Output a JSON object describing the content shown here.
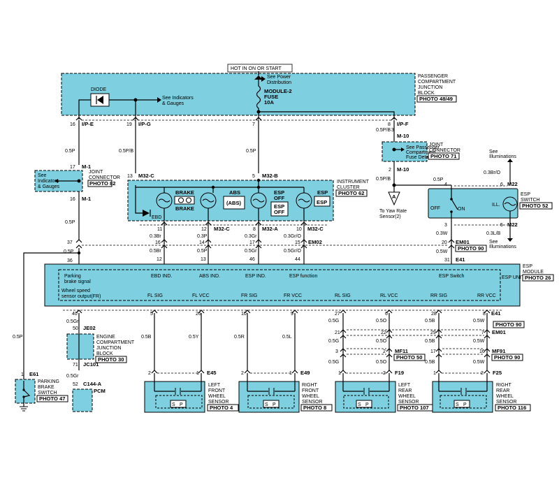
{
  "hot": "HOT IN ON OR START",
  "pcjb": {
    "title": [
      "PASSENGER",
      "COMPARTMENT",
      "JUNCTION",
      "BLOCK"
    ],
    "photo": "PHOTO 48/49",
    "diode": "DIODE",
    "see_ind": [
      "See Indicators",
      "& Gauges"
    ],
    "see_pd": [
      "See Power",
      "Distribution"
    ],
    "fuse": [
      "MODULE-2",
      "FUSE",
      "10A"
    ]
  },
  "pins_top": [
    {
      "pin": "16",
      "conn": "I/P-E"
    },
    {
      "pin": "19",
      "conn": "I/P-G"
    },
    {
      "pin": "7",
      "conn": ""
    },
    {
      "pin": "8",
      "conn": "I/P-F"
    }
  ],
  "wires": {
    "w1": "0.5P",
    "w2": "0.5P/B",
    "w3": "0.5P",
    "w4": "0.5P/B",
    "w5": "0.5P",
    "w6": "0.3Br",
    "w7": "0.3P",
    "w8": "0.3Gr",
    "w9": "0.3Gr/O",
    "w10": "0.5Br",
    "w11": "0.5P",
    "w12": "0.5Gr",
    "w13": "0.5Gr/O",
    "w14": "0.5P",
    "w15": "0.3W",
    "w16": "0.5W",
    "w17": "0.3Br/O",
    "w18": "0.3L/B",
    "w19": "0.5Gr",
    "w20": "0.5Gr",
    "w21": "0.5B",
    "w22": "0.5Y",
    "w23": "0.5R",
    "w24": "0.5L",
    "w25": "0.5G",
    "w26": "0.5O",
    "w27": "0.5B",
    "w28": "0.5W",
    "w29": "0.5G",
    "w30": "0.5O",
    "w31": "0.5B",
    "w32": "0.5W",
    "w33": "0.5P"
  },
  "jc_left": {
    "title": [
      "JOINT",
      "CONNECTOR"
    ],
    "photo": "PHOTO 82",
    "see": [
      "See",
      "Indicators",
      "& Gauges"
    ],
    "p_top": "17",
    "c_top": "M-1",
    "p_bot": "16",
    "c_bot": "M-1"
  },
  "jc_right": {
    "title": [
      "JOINT",
      "CONNECTOR"
    ],
    "photo": "PHOTO 71",
    "see": [
      "See Passenger",
      "Compartment",
      "Fuse Details"
    ],
    "p_top": "3",
    "c_top": "M-10",
    "p_bot": "2",
    "c_bot": "M-10"
  },
  "cluster": {
    "title": [
      "INSTRUMENT",
      "CLUSTER"
    ],
    "photo": "PHOTO 62",
    "brake": "BRAKE",
    "brake2": "BRAKE",
    "abs": "ABS",
    "abs_icon": "(ABS)",
    "espoff": [
      "ESP",
      "OFF"
    ],
    "espoff_box": [
      "ESP",
      "OFF"
    ],
    "esp": "ESP",
    "esp_box": "ESP",
    "ebd": "EBD",
    "pin_in": "13",
    "conn_in": "M32-C",
    "pin_b": "5",
    "conn_b": "M32-B",
    "pins_out": [
      {
        "pin": "11",
        "conn": ""
      },
      {
        "pin": "12",
        "conn": "M32-C"
      },
      {
        "pin": "8",
        "conn": "M32-A"
      },
      {
        "pin": "10",
        "conn": "M32-C"
      }
    ]
  },
  "em02": {
    "pins_a": [
      "16",
      "14",
      "17",
      "15"
    ],
    "conn": "EM02",
    "pins_b": [
      "12",
      "13",
      "46",
      "44"
    ],
    "left_a": "37",
    "left_b": "36"
  },
  "esp_switch": {
    "title": [
      "ESP",
      "SWITCH"
    ],
    "photo": "PHOTO 52",
    "off": "OFF",
    "on": "ON",
    "ill": "ILL.",
    "see_ill_top": [
      "See",
      "Illuminations"
    ],
    "see_ill_bot": [
      "See",
      "Illuminations"
    ],
    "pin4": "4",
    "pin6": "6",
    "pin3": "3",
    "pin5": "5",
    "conn": "M22",
    "em01_top": "20",
    "em01_bot": "31",
    "em01": "EM01",
    "em01_photo": "PHOTO 90",
    "e41": "E41"
  },
  "yaw": {
    "letter": "A",
    "label": [
      "To Yaw Rate",
      "Sensor(2)"
    ]
  },
  "esp_module": {
    "title": [
      "ESP",
      "MODULE"
    ],
    "unit": "ESP UNIT",
    "photo": "PHOTO 26",
    "parking": [
      "Parking",
      "brake signal"
    ],
    "ws": [
      "Wheel speed",
      "sensor output(FR)"
    ],
    "ebd": "EBD IND.",
    "absind": "ABS IND.",
    "espind": "ESP IND.",
    "espfunc": "ESP function",
    "espsw": "ESP Switch",
    "sig": [
      "FL SIG",
      "FL VCC",
      "FR SIG",
      "FR VCC",
      "RL SIG",
      "RL VCC",
      "RR SIG",
      "RR VCC"
    ],
    "bottom_pins": [
      "40",
      "5",
      "26",
      "10",
      "9",
      "27",
      "6",
      "28",
      "8"
    ]
  },
  "ecjb": {
    "title": [
      "ENGINE",
      "COMPARTMENT",
      "JUNCTION",
      "BLOCK"
    ],
    "photo": "PHOTO 30",
    "p50": "50",
    "je02": "JE02",
    "p71": "71",
    "jc101": "JC101",
    "p52": "52",
    "c144": "C144-A",
    "pcm": "PCM"
  },
  "pbs": {
    "title": [
      "PARKING",
      "BRAKE",
      "SWITCH"
    ],
    "photo": "PHOTO 47",
    "pin": "1",
    "conn": "E61"
  },
  "mid_conns": {
    "em01_photo": "PHOTO 90",
    "em01": "EM01",
    "row1": [
      "21",
      "22",
      "29",
      "7"
    ],
    "mf11": "MF11",
    "mf11_photo": "PHOTO 50",
    "mf91": "MF91",
    "mf91_photo": "PHOTO 90",
    "row2": [
      "3",
      "2",
      "17",
      "16"
    ],
    "row3": [
      "1",
      "2",
      "1",
      "2"
    ],
    "f19": "F19",
    "f25": "F25"
  },
  "sensors": [
    {
      "title": [
        "LEFT",
        "FRONT",
        "WHEEL",
        "SENSOR"
      ],
      "photo": "PHOTO 4",
      "conn": "E45",
      "p1": "2",
      "p2": "1"
    },
    {
      "title": [
        "RIGHT",
        "FRONT",
        "WHEEL",
        "SENSOR"
      ],
      "photo": "PHOTO 8",
      "conn": "E49",
      "p1": "2",
      "p2": "1"
    },
    {
      "title": [
        "LEFT",
        "REAR",
        "WHEEL",
        "SENSOR"
      ],
      "photo": "PHOTO 107",
      "conn": "F19",
      "p1": "1",
      "p2": "2"
    },
    {
      "title": [
        "RIGHT",
        "REAR",
        "WHEEL",
        "SENSOR"
      ],
      "photo": "PHOTO 116",
      "conn": "F25",
      "p1": "1",
      "p2": "2"
    }
  ],
  "sp": {
    "s": "S",
    "p": "P"
  }
}
